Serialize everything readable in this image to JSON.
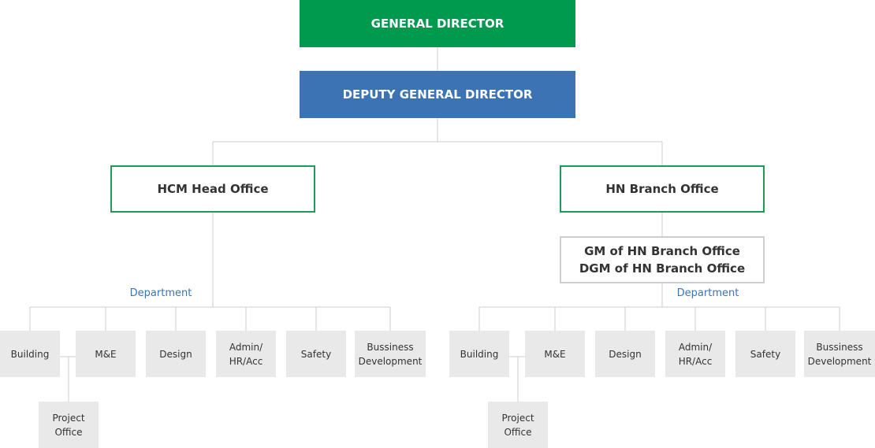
{
  "general_director": "GENERAL DIRECTOR",
  "deputy_general_director": "DEPUTY GENERAL DIRECTOR",
  "hcm": {
    "office": "HCM Head Office",
    "department_label": "Department",
    "departments": {
      "building": "Building",
      "me": "M&E",
      "design": "Design",
      "admin_line1": "Admin/",
      "admin_line2": "HR/Acc",
      "safety": "Safety",
      "bd_line1": "Bussiness",
      "bd_line2": "Development",
      "project_line1": "Project",
      "project_line2": "Office"
    }
  },
  "hn": {
    "office": "HN Branch Office",
    "gm": "GM of HN Branch Office",
    "dgm": "DGM of HN Branch Office",
    "department_label": "Department",
    "departments": {
      "building": "Building",
      "me": "M&E",
      "design": "Design",
      "admin_line1": "Admin/",
      "admin_line2": "HR/Acc",
      "safety": "Safety",
      "bd_line1": "Bussiness",
      "bd_line2": "Development",
      "project_line1": "Project",
      "project_line2": "Office"
    }
  },
  "colors": {
    "general_director": "#009a4e",
    "deputy_general_director": "#3b73b5",
    "office_border": "#1d9b57",
    "department_fill": "#e9e9e9",
    "department_label": "#3b73b5",
    "connector": "#cccccc"
  }
}
